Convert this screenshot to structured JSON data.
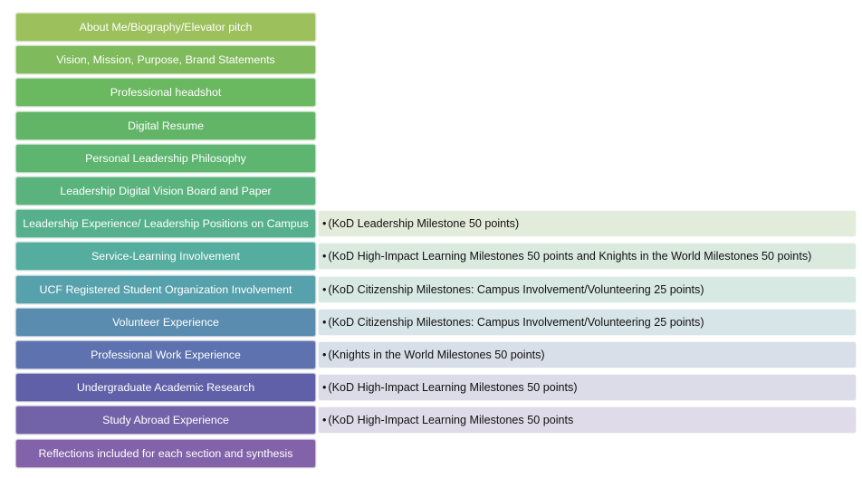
{
  "items": [
    {
      "label": "About Me/Biography/Elevator pitch",
      "color": "#9cc05c",
      "note": null
    },
    {
      "label": "Vision, Mission, Purpose, Brand Statements",
      "color": "#7fba5c",
      "note": null
    },
    {
      "label": "Professional headshot",
      "color": "#6ab860",
      "note": null
    },
    {
      "label": "Digital Resume",
      "color": "#62b567",
      "note": null
    },
    {
      "label": "Personal Leadership Philosophy",
      "color": "#5db56f",
      "note": null
    },
    {
      "label": "Leadership Digital Vision Board and Paper",
      "color": "#5ab37d",
      "note": null
    },
    {
      "label": "Leadership Experience/ Leadership Positions on Campus",
      "color": "#56b08d",
      "note": "(KoD Leadership Milestone 50 points)",
      "note_color": "#e3ecda"
    },
    {
      "label": "Service-Learning Involvement",
      "color": "#55ad9f",
      "note": "(KoD High-Impact Learning Milestones 50 points and Knights in the World Milestones 50 points)",
      "note_color": "#dbeadf"
    },
    {
      "label": "UCF Registered Student Organization Involvement",
      "color": "#57a1ac",
      "note": "(KoD Citizenship Milestones: Campus Involvement/Volunteering 25 points)",
      "note_color": "#d8e9e4"
    },
    {
      "label": "Volunteer Experience",
      "color": "#5a8caf",
      "note": "(KoD Citizenship Milestones: Campus Involvement/Volunteering 25 points)",
      "note_color": "#d7e5e8"
    },
    {
      "label": "Professional Work Experience",
      "color": "#5d72ae",
      "note": "(Knights in the World Milestones 50 points)",
      "note_color": "#d8dfe8"
    },
    {
      "label": "Undergraduate Academic Research",
      "color": "#6060a8",
      "note": "(KoD High-Impact Learning Milestones 50 points)",
      "note_color": "#dcdbe8"
    },
    {
      "label": "Study Abroad Experience",
      "color": "#7262a8",
      "note": "(KoD High-Impact Learning Milestones 50 points",
      "note_color": "#e0dbe8"
    },
    {
      "label": "Reflections included for each section and synthesis",
      "color": "#8262a8",
      "note": null
    }
  ],
  "bullet_char": "•"
}
